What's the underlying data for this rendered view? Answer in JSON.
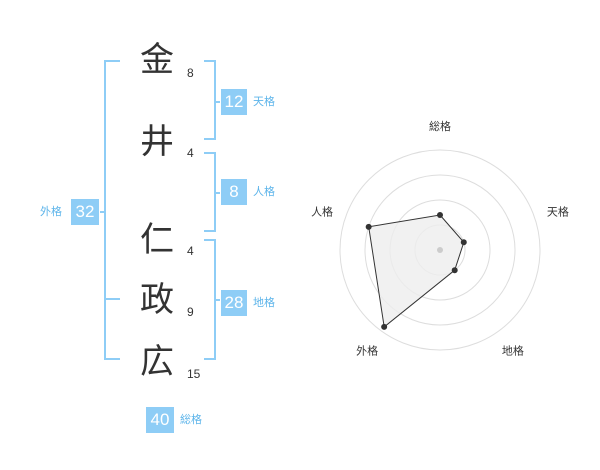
{
  "name_chars": [
    {
      "char": "金",
      "strokes": "8"
    },
    {
      "char": "井",
      "strokes": "4"
    },
    {
      "char": "仁",
      "strokes": "4"
    },
    {
      "char": "政",
      "strokes": "9"
    },
    {
      "char": "広",
      "strokes": "15"
    }
  ],
  "fortunes": {
    "tenkaku": {
      "value": "12",
      "label": "天格"
    },
    "jinkaku": {
      "value": "8",
      "label": "人格"
    },
    "chikaku": {
      "value": "28",
      "label": "地格"
    },
    "gaikaku": {
      "value": "32",
      "label": "外格"
    },
    "soukaku": {
      "value": "40",
      "label": "総格"
    }
  },
  "colors": {
    "accent": "#8ecdf6",
    "accent_text": "#5cb4ea",
    "radar_ring": "#dddddd",
    "radar_fill": "#eeeeee",
    "radar_line": "#333333"
  },
  "chart_data": {
    "type": "radar",
    "axes": [
      "総格",
      "天格",
      "地格",
      "外格",
      "人格"
    ],
    "values": [
      0.35,
      0.25,
      0.25,
      0.95,
      0.75
    ],
    "range": [
      0,
      1
    ],
    "rings": 4
  }
}
